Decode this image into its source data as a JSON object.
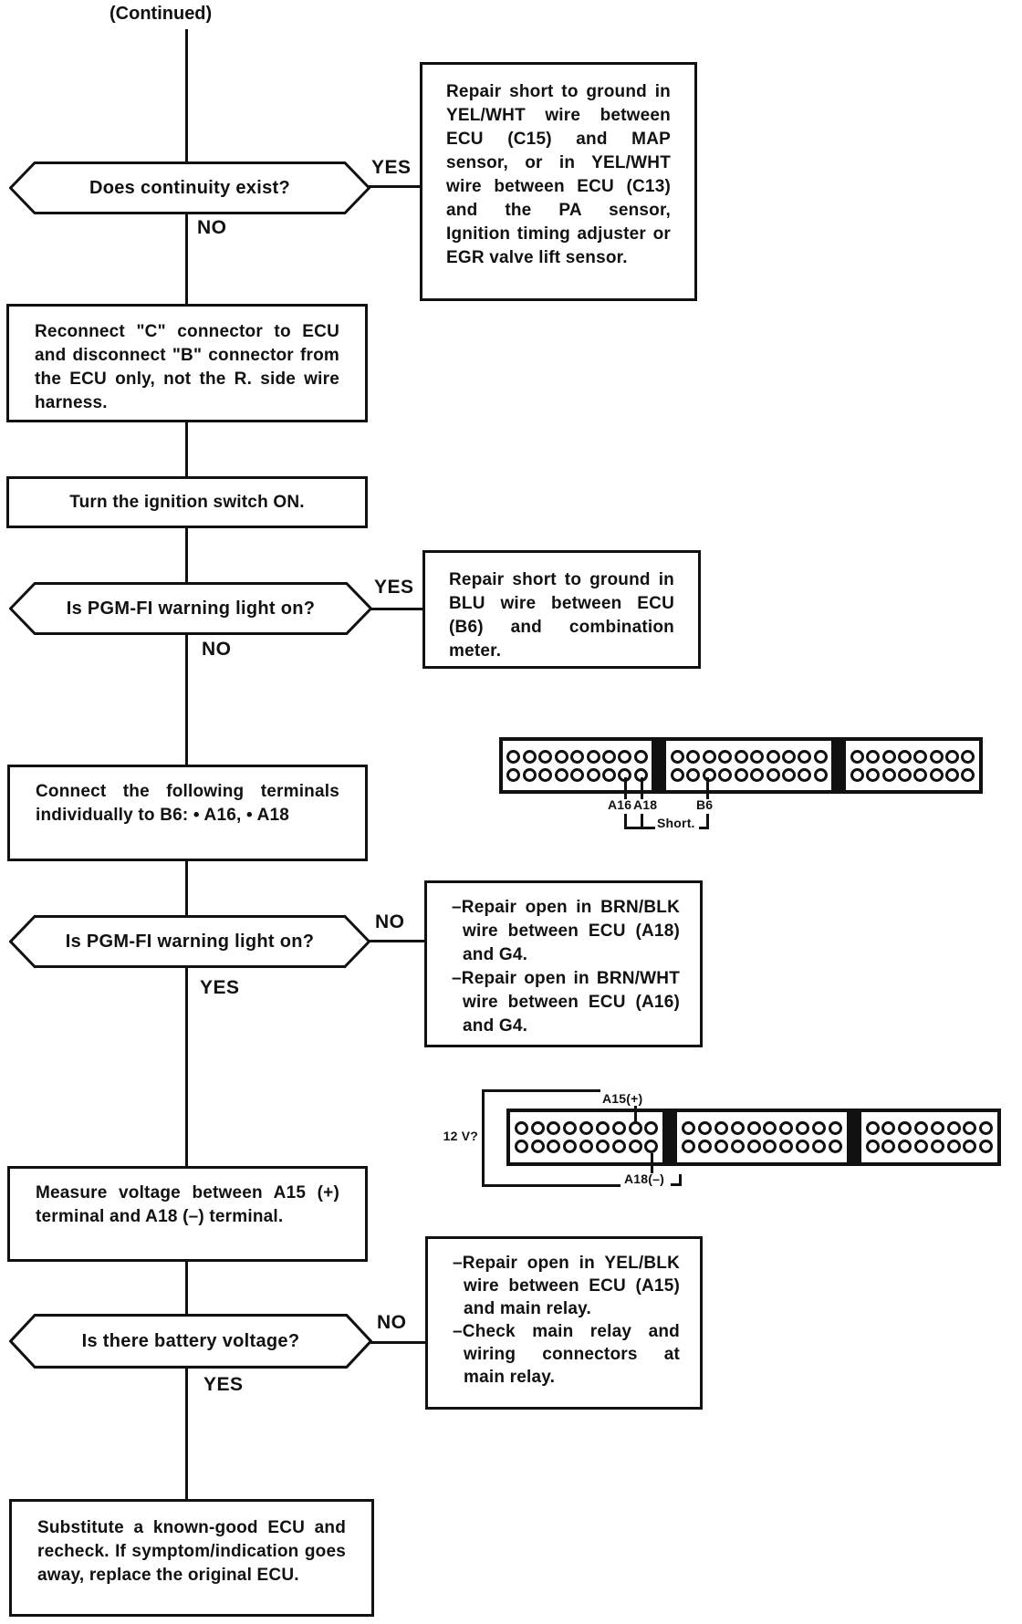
{
  "title": "(Continued)",
  "decisions": [
    {
      "question": "Does continuity exist?",
      "right": "YES",
      "down": "NO"
    },
    {
      "question": "Is PGM-FI warning light on?",
      "right": "YES",
      "down": "NO"
    },
    {
      "question": "Is PGM-FI warning light on?",
      "right": "NO",
      "down": "YES"
    },
    {
      "question": "Is there battery voltage?",
      "right": "NO",
      "down": "YES"
    }
  ],
  "boxes": {
    "repair_yel_wht": "Repair short to ground in YEL/WHT wire between ECU (C15) and MAP sensor, or in YEL/WHT wire between ECU (C13) and the PA sensor, Ignition timing adjuster or EGR valve lift sensor.",
    "reconnect": "Reconnect \"C\" connector to ECU and disconnect \"B\" connector from the ECU only, not the R. side wire harness.",
    "ignition_on": "Turn the ignition switch ON.",
    "repair_blu": "Repair short to ground in BLU wire between ECU (B6) and combination meter.",
    "connect_terminals": "Connect the following terminals individually to B6:  • A16,  • A18",
    "repair_brn_items": [
      "–Repair open in BRN/BLK wire between ECU (A18) and G4.",
      "–Repair open in BRN/WHT wire between ECU (A16) and G4."
    ],
    "measure_voltage": "Measure voltage between A15 (+) terminal and A18 (–) terminal.",
    "repair_yel_blk_items": [
      "–Repair open in YEL/BLK wire between ECU (A15) and main relay.",
      "–Check main relay and wiring connectors at main relay."
    ],
    "substitute_ecu": "Substitute a known-good ECU and recheck. If symptom/indication goes away, replace the original ECU."
  },
  "connectors": [
    {
      "segments": [
        9,
        10,
        8
      ],
      "labels": {
        "a16": "A16",
        "a18": "A18",
        "b6": "B6",
        "short": "Short."
      }
    },
    {
      "segments": [
        9,
        10,
        8
      ],
      "labels": {
        "a15": "A15(+)",
        "a18": "A18(–)",
        "voltage": "12 V?"
      }
    }
  ],
  "colors": {
    "ink": "#111111",
    "paper": "#ffffff"
  }
}
